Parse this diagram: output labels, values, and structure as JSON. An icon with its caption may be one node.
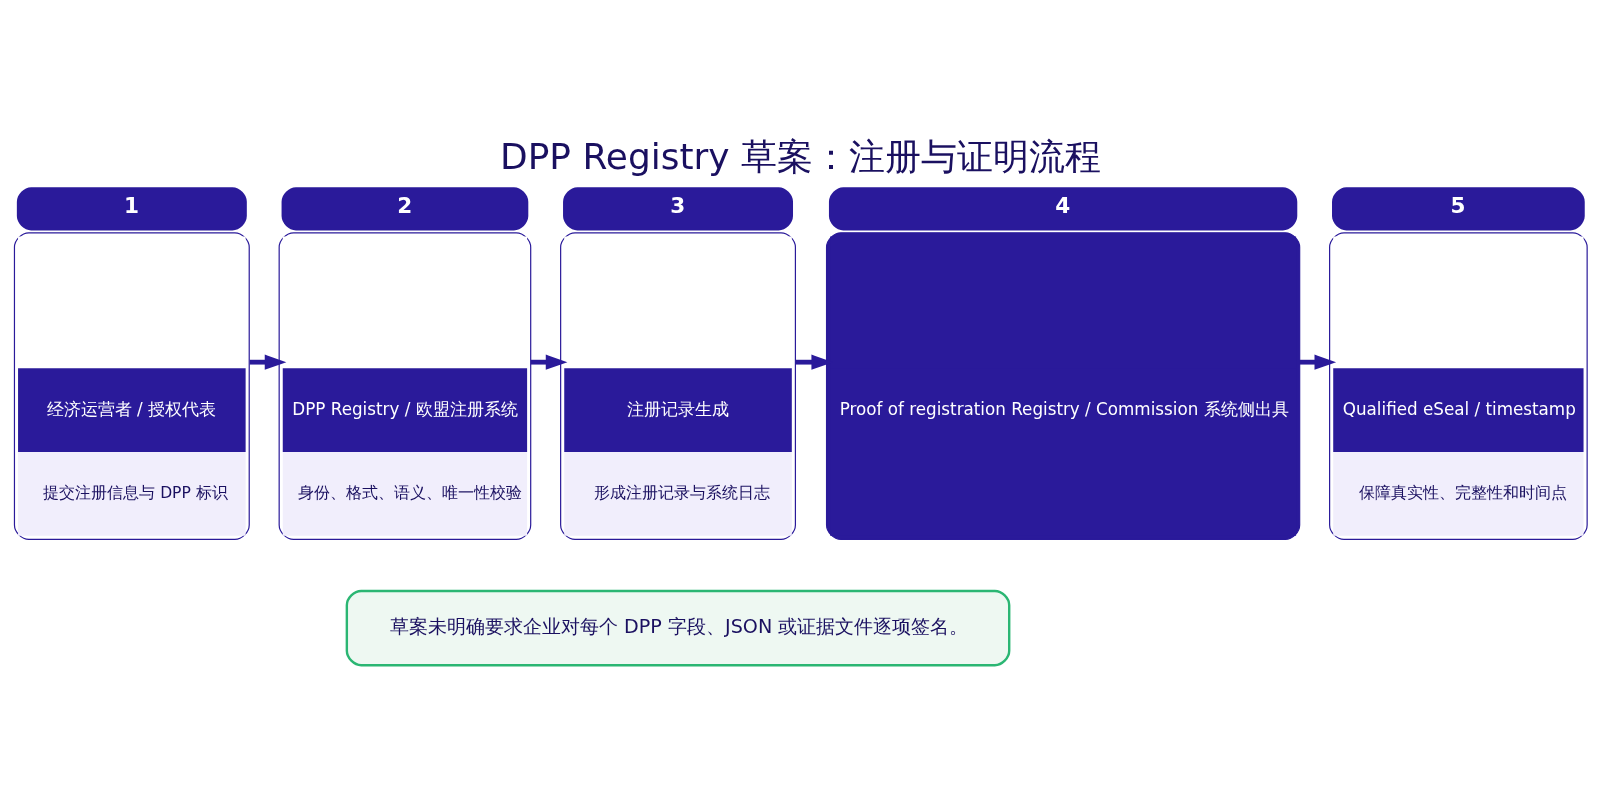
{
  "diagram": {
    "title": "DPP Registry 草案：注册与证明流程",
    "nodes": [
      {
        "text": [
          "经济运营者 / 授权代表",
          "提交注册信息与 DPP 标识"
        ],
        "beside": [
          "1"
        ]
      },
      {
        "text": [
          "DPP Registry / 欧盟注册系统",
          "身份、格式、语义、唯一性校验"
        ],
        "beside": [
          "2"
        ]
      },
      {
        "text": [
          "注册记录生成",
          "形成注册记录与系统日志"
        ],
        "beside": [
          "3"
        ]
      },
      {
        "text": [
          "Proof of registration Registry / Commission 系统侧出具"
        ],
        "beside": [
          "4"
        ]
      },
      {
        "text": [
          "Qualified eSeal / timestamp",
          "保障真实性、完整性和时间点"
        ],
        "beside": [
          "5"
        ]
      },
      {
        "text": [
          "草案未明确要求企业对每个 DPP 字段、JSON 或证据文件逐项签名。"
        ]
      }
    ],
    "edges": [
      {
        "from": 0,
        "to": 1,
        "arrow": "to"
      },
      {
        "from": 1,
        "to": 2,
        "arrow": "to"
      },
      {
        "from": 2,
        "to": 3,
        "arrow": "to"
      },
      {
        "from": 3,
        "to": 4,
        "arrow": "to"
      }
    ]
  }
}
